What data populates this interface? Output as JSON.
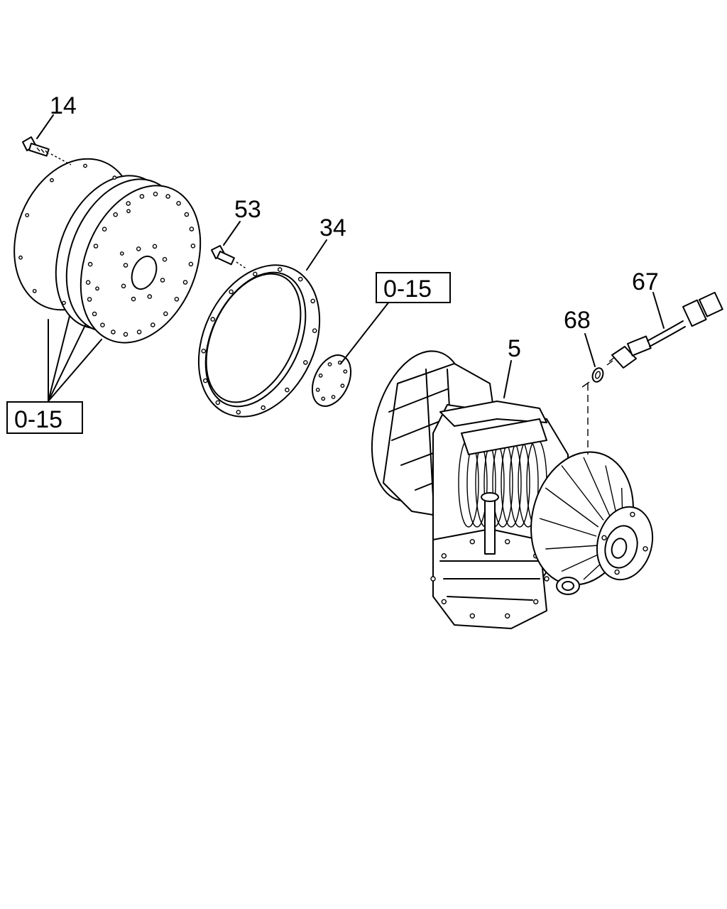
{
  "callouts": {
    "bolt_14": "14",
    "bolt_53": "53",
    "ring_34": "34",
    "transmission_5": "5",
    "sensor_67": "67",
    "washer_68": "68"
  },
  "references": {
    "ref_left": "0-15",
    "ref_middle": "0-15"
  }
}
